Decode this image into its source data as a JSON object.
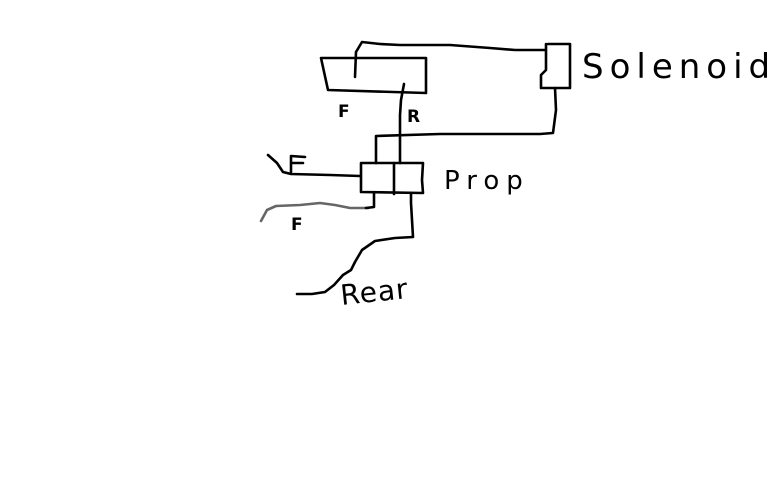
{
  "diagram": {
    "type": "hand-drawn brake line schematic",
    "background": "#ffffff",
    "ink_color": "#000000",
    "components": [
      {
        "id": "master-cylinder",
        "label": "",
        "ports": [
          "F",
          "R"
        ]
      },
      {
        "id": "solenoid",
        "label": "Solenoid"
      },
      {
        "id": "prop-valve",
        "label": "Prop"
      }
    ],
    "labels": {
      "master_front": "F",
      "master_rear": "R",
      "solenoid": "Solenoid",
      "prop": "Prop",
      "front_line_1": "F",
      "front_line_2": "F",
      "rear_line": "Rear"
    },
    "connections": [
      {
        "from": "master-cylinder",
        "to": "solenoid"
      },
      {
        "from": "solenoid",
        "to": "prop-valve"
      },
      {
        "from": "master-cylinder.R",
        "to": "prop-valve"
      },
      {
        "from": "prop-valve",
        "to": "front-line-1",
        "label": "F"
      },
      {
        "from": "prop-valve",
        "to": "front-line-2",
        "label": "F"
      },
      {
        "from": "prop-valve",
        "to": "rear-line",
        "label": "Rear"
      }
    ]
  }
}
